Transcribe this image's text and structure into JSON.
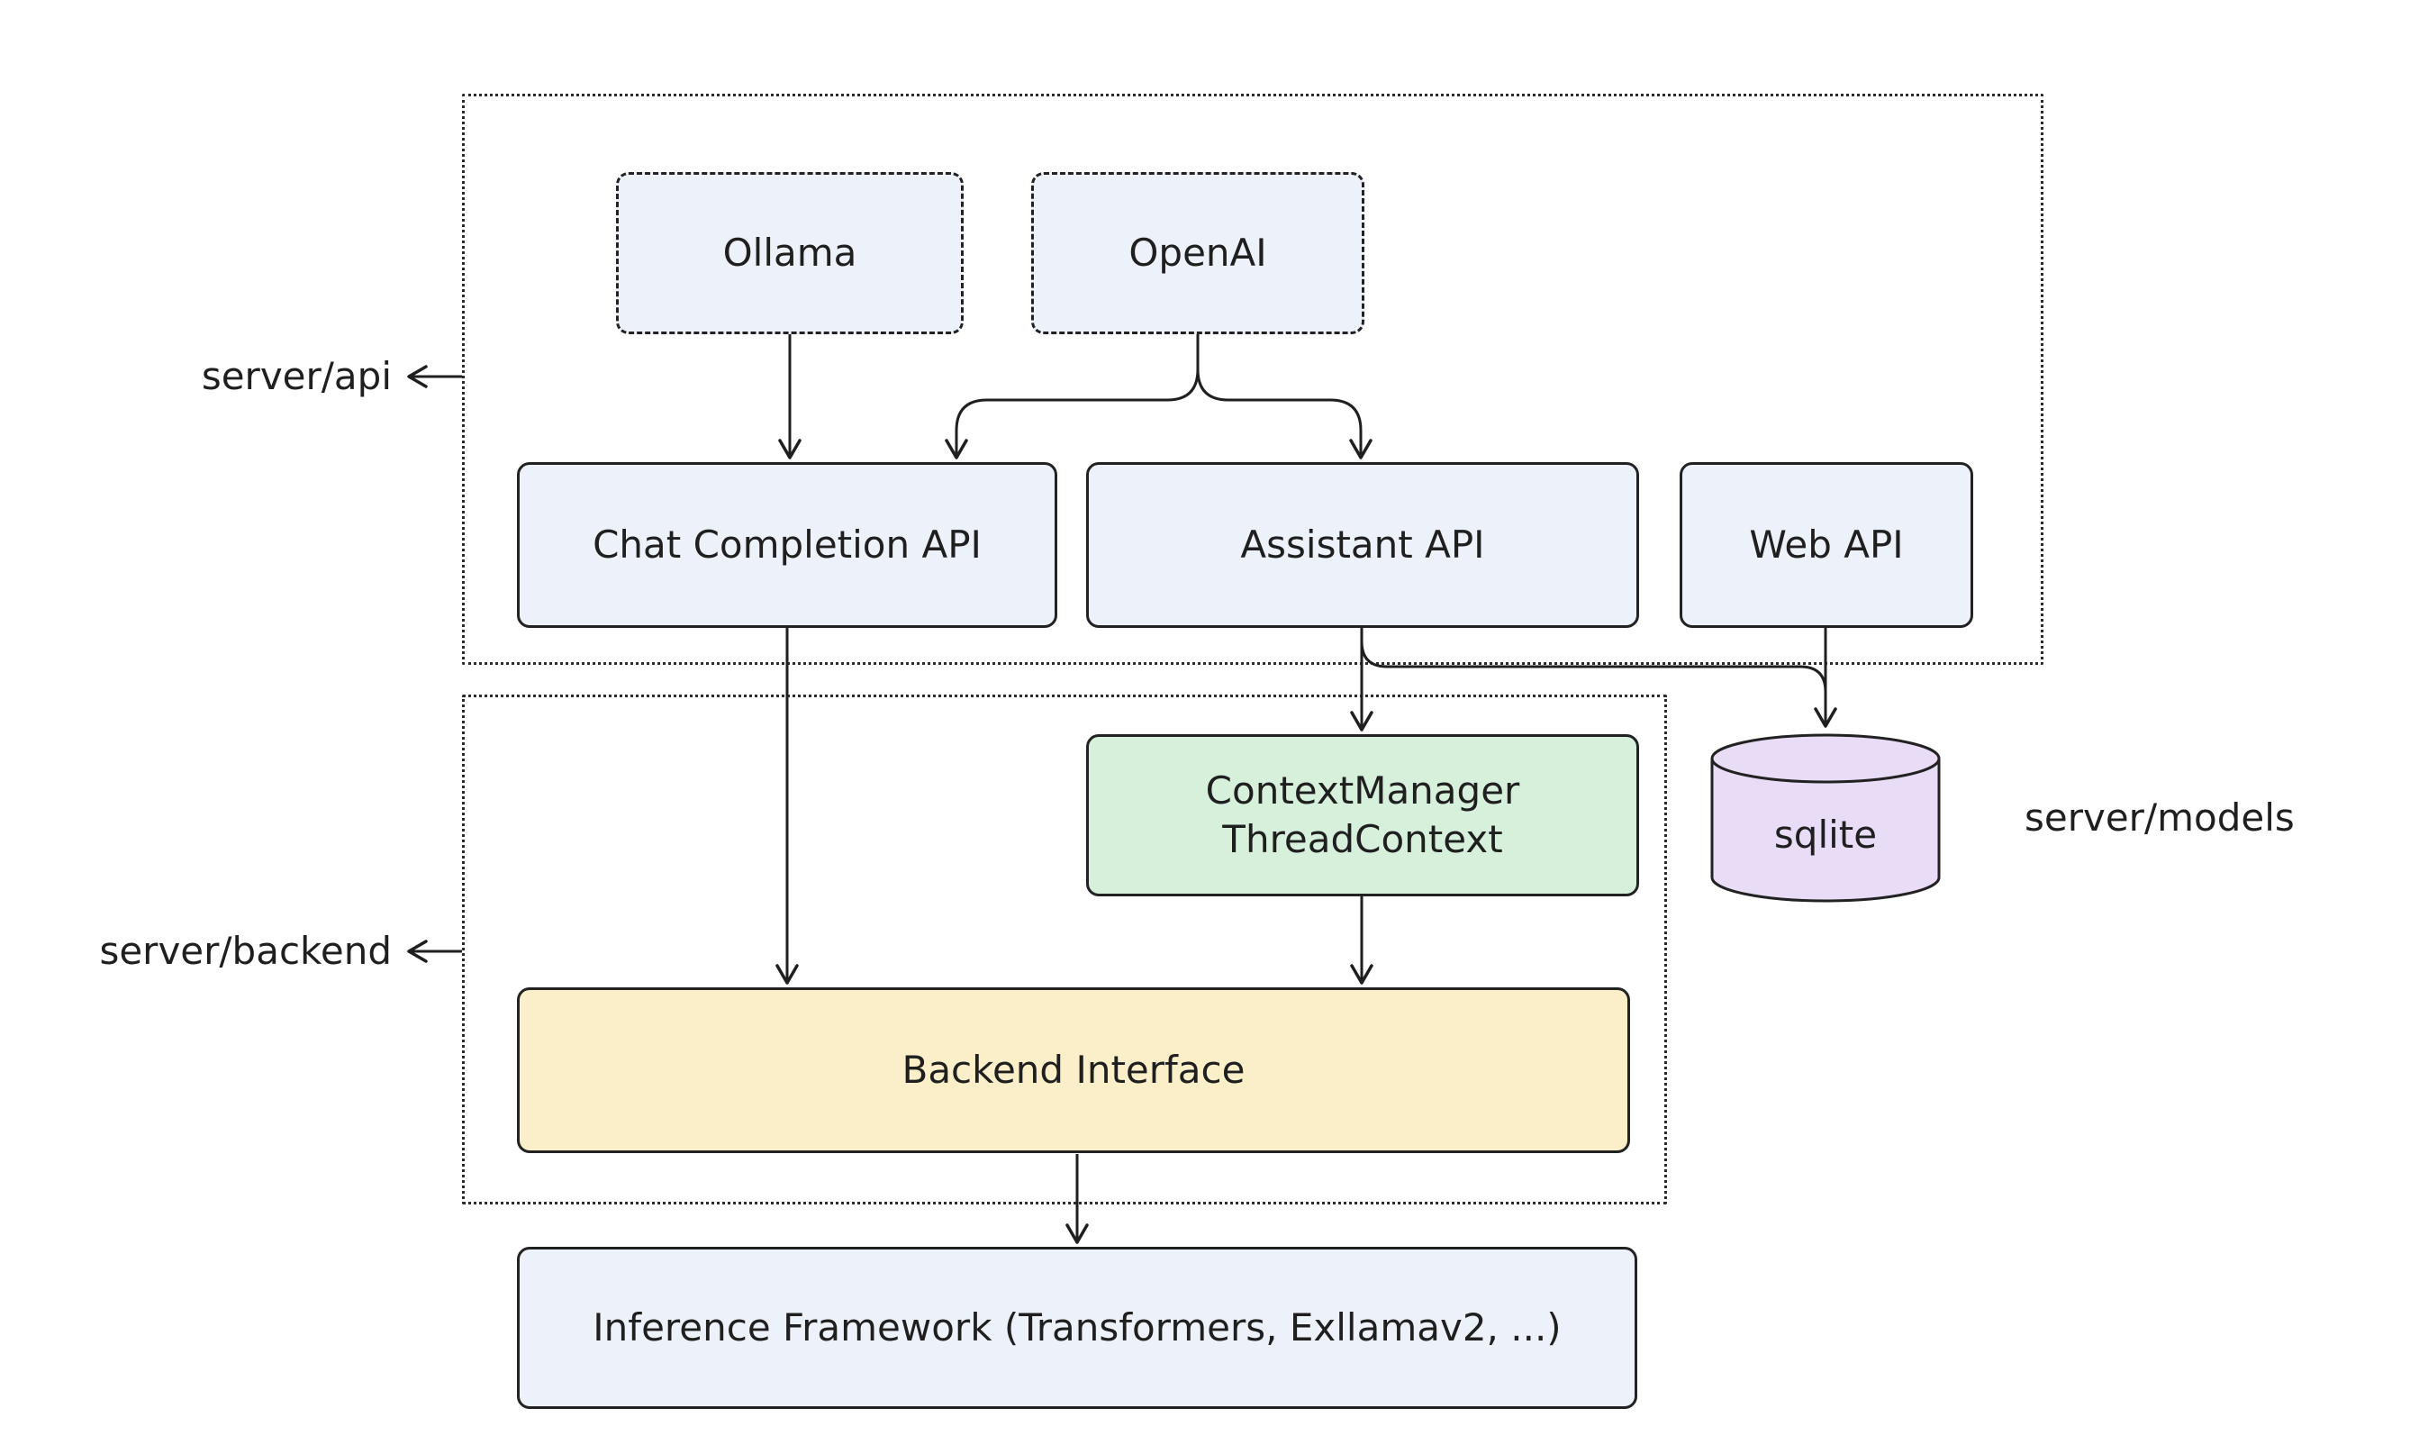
{
  "colors": {
    "background": "#ffffff",
    "line": "#1f1f1f",
    "text": "#1f1f1f",
    "node_blue_fill": "#edf2fa",
    "node_green_fill": "#d6f0dc",
    "node_yellow_fill": "#faefc9",
    "node_purple_fill": "#e9dcf7",
    "node_border": "#222222"
  },
  "groups": {
    "server_api": {
      "label": "server/api"
    },
    "server_backend": {
      "label": "server/backend"
    },
    "server_models": {
      "label": "server/models"
    }
  },
  "nodes": {
    "ollama": {
      "label": "Ollama"
    },
    "openai": {
      "label": "OpenAI"
    },
    "chat_completion_api": {
      "label": "Chat Completion API"
    },
    "assistant_api": {
      "label": "Assistant API"
    },
    "web_api": {
      "label": "Web API"
    },
    "context_manager": {
      "line1": "ContextManager",
      "line2": "ThreadContext"
    },
    "sqlite": {
      "label": "sqlite"
    },
    "backend_interface": {
      "label": "Backend Interface"
    },
    "inference_framework": {
      "label": "Inference Framework (Transformers, Exllamav2, ...)"
    }
  },
  "edges": [
    {
      "from": "Ollama",
      "to": "Chat Completion API"
    },
    {
      "from": "OpenAI",
      "to": "Chat Completion API"
    },
    {
      "from": "OpenAI",
      "to": "Assistant API"
    },
    {
      "from": "Chat Completion API",
      "to": "Backend Interface"
    },
    {
      "from": "Assistant API",
      "to": "ContextManager ThreadContext"
    },
    {
      "from": "Assistant API",
      "to": "sqlite"
    },
    {
      "from": "Web API",
      "to": "sqlite"
    },
    {
      "from": "ContextManager ThreadContext",
      "to": "Backend Interface"
    },
    {
      "from": "Backend Interface",
      "to": "Inference Framework (Transformers, Exllamav2, ...)"
    }
  ]
}
